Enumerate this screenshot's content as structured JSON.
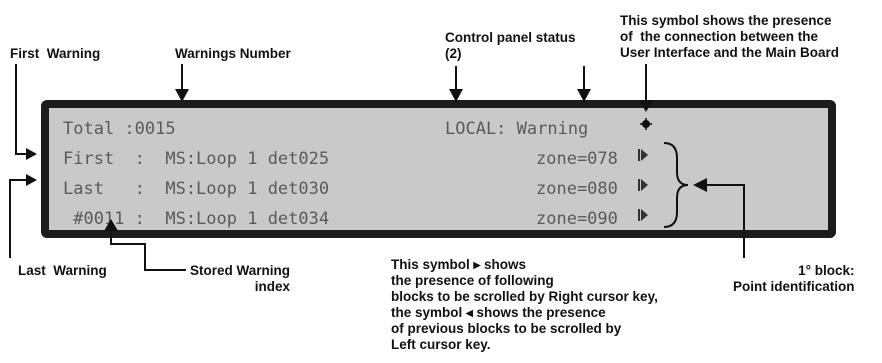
{
  "labels": {
    "first_warning": "First  Warning",
    "warnings_number": "Warnings Number",
    "control_panel_status": "Control panel status\n(2)",
    "connection_symbol": "This symbol shows the presence\nof  the connection between the\nUser Interface and the Main Board",
    "last_warning": "Last  Warning",
    "stored_warning_index": "Stored Warning\nindex",
    "scroll_note": "This symbol ▸ shows\nthe presence of following\nblocks to be scrolled by Right cursor key,\nthe symbol ◂ shows the presence\nof previous blocks to be scrolled by\nLeft cursor key.",
    "block1": "1° block:\nPoint identification"
  },
  "display": {
    "row1_left": "Total :0015",
    "row1_right": "LOCAL: Warning",
    "row2_left": "First  :  MS:Loop 1 det025",
    "row2_right": "zone=078",
    "row3_left": "Last   :  MS:Loop 1 det030",
    "row3_right": "zone=080",
    "row4_left": " #0011 :  MS:Loop 1 det034",
    "row4_right": "zone=090"
  }
}
